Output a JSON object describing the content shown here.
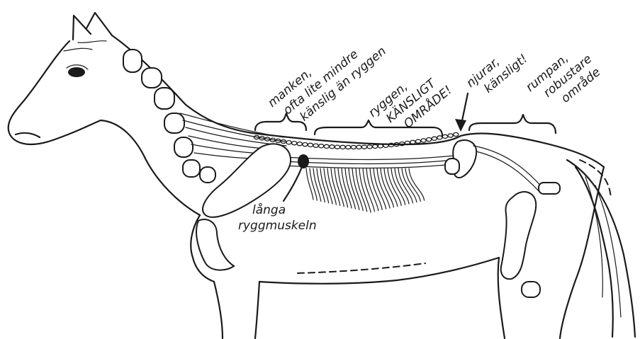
{
  "labels": {
    "manken": [
      "manken,",
      "ofta lite mindre",
      "känslig än ryggen"
    ],
    "ryggen": [
      "ryggen,",
      "KÄNSLIGT",
      "OMRÅDE!"
    ],
    "njurar": [
      "njurar,",
      "känsligt!"
    ],
    "rumpan": [
      "rumpan,",
      "robustare",
      "område"
    ],
    "muskel": [
      "långa",
      "ryggmuskeln"
    ]
  }
}
